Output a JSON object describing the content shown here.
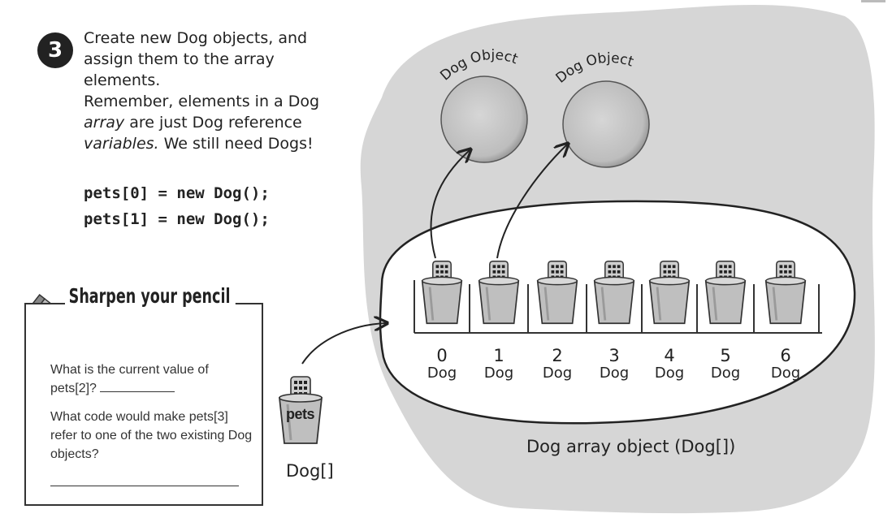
{
  "step": {
    "number": "3",
    "lines": [
      "Create new Dog objects, and",
      "assign them to the array",
      "elements.",
      "Remember, elements in a Dog"
    ],
    "line5_italic": "array",
    "line5_rest": " are just Dog reference",
    "line6_italic": "variables.",
    "line6_rest": "  We still need Dogs!",
    "code_line1": "pets[0] = new Dog();",
    "code_line2": "pets[1] = new Dog();"
  },
  "sharpen": {
    "title": "Sharpen your pencil",
    "question1": "What is the current value of pets[2]?",
    "question2": "What code would make pets[3] refer to one of the two existing Dog objects?"
  },
  "dog_objects": {
    "label_1": "Dog Object",
    "label_2": "Dog Object"
  },
  "array": {
    "indices": [
      "0",
      "1",
      "2",
      "3",
      "4",
      "5",
      "6"
    ],
    "element_type": "Dog",
    "caption": "Dog array object (Dog[])"
  },
  "pets_variable": {
    "name": "pets",
    "type": "Dog[]"
  },
  "colors": {
    "heap": "#d6d6d6",
    "object_fill": "#c8c8c8",
    "ink": "#222222"
  }
}
